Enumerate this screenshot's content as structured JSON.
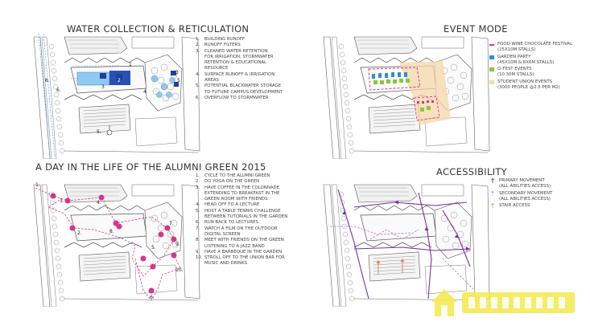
{
  "panels": {
    "water": {
      "title": "WATER COLLECTION & RETICULATION",
      "map_labels": [
        "5.",
        "1",
        "3",
        "2",
        "3",
        "4",
        "5",
        "6.",
        "6."
      ],
      "items": [
        {
          "n": "1.",
          "text": "BUILDING RUNOFF"
        },
        {
          "n": "2.",
          "text": "RUNOFF FILTERS"
        },
        {
          "n": "3.",
          "text": "CLEANED WATER RETENTION\nFOR IRRIGATION, STORMWATER\nRETENTION & EDUCATIONAL\nRESOURCE"
        },
        {
          "n": "4.",
          "text": "SURFACE RUNOFF & IRRIGATION\nAREAS"
        },
        {
          "n": "5.",
          "text": "POTENTIAL BLACKWATER STORAGE\nTO FUTURE CAMPUS DEVELOPMENT"
        },
        {
          "n": "6.",
          "text": "OVERFLOW TO STORMWATER"
        }
      ]
    },
    "event": {
      "title": "EVENT MODE",
      "items": [
        {
          "text": "FOOD WINE CHOCOLATE FESTIVAL\n(25X10M STALLS)",
          "color": "#d6338f"
        },
        {
          "text": "GARDEN PARTY\n(45X10M & 8X6M STALLS)",
          "color": "#2f8fd3"
        },
        {
          "text": "O-FEST EVENTS\n(10 30M STALLS)",
          "color": "#8cc63e"
        },
        {
          "text": "STUDENT UNION EVENTS\n(3000 PEOPLE @2.5 PER M2)",
          "color": "#f6d7a8"
        }
      ]
    },
    "day": {
      "title": "A DAY IN THE LIFE OF THE ALUMNI GREEN 2015",
      "map_labels": [
        "1.",
        "3.",
        "4.",
        "7.",
        "2.",
        "8.",
        "9.",
        "5.",
        "10.",
        "6."
      ],
      "items": [
        {
          "n": "1.",
          "text": "CYCLE TO THE ALUMNI GREEN"
        },
        {
          "n": "2.",
          "text": "DO YOGA ON THE GREEN"
        },
        {
          "n": "3.",
          "text": "HAVE COFFEE IN THE COLONNADE\nEXTENDING TO BREAKFAST IN THE\nGREEN ROOM WITH FRIENDS"
        },
        {
          "n": "4.",
          "text": "HEAD OFF TO A LECTURE"
        },
        {
          "n": "5.",
          "text": "HOST A TABLE TENNIS CHALLENGE\nBETWEEN TUTORIALS IN THE GARDEN"
        },
        {
          "n": "6.",
          "text": "RUN BACK TO LECTURES"
        },
        {
          "n": "7.",
          "text": "WATCH A FILM ON THE OUTDOOR\nDIGITAL SCREEN"
        },
        {
          "n": "8.",
          "text": "MEET WITH FRIENDS ON THE GREEN\nLISTENING TO A JAZZ BAND"
        },
        {
          "n": "9.",
          "text": "HAVE A BARBEQUE IN THE GARDEN"
        },
        {
          "n": "10.",
          "text": "STROLL OFF TO THE UNION BAR FOR\nMUSIC AND DRINKS"
        }
      ]
    },
    "access": {
      "title": "ACCESSIBILITY",
      "items": [
        {
          "text": "PRIMARY MOVEMENT\n(ALL ABILITIES ACCESS)",
          "color": "#7b2ea3",
          "glyph": "↑"
        },
        {
          "text": "SECONDARY MOVEMENT\n(ALL ABILITIES ACCESS)",
          "color": "#b06ed1",
          "glyph": "⇡"
        },
        {
          "text": "STAIR ACCESS",
          "color": "#e07a5f",
          "glyph": "↑"
        }
      ]
    }
  },
  "colors": {
    "ink": "#555555",
    "water_light": "#8ec9f0",
    "water_dark": "#1f3f9e",
    "day_path": "#d6338f",
    "access_primary": "#7b2ea3",
    "tree": "#9aa59a"
  },
  "watermark": {
    "icon": "house-logo-icon",
    "color": "#f5e94a"
  }
}
